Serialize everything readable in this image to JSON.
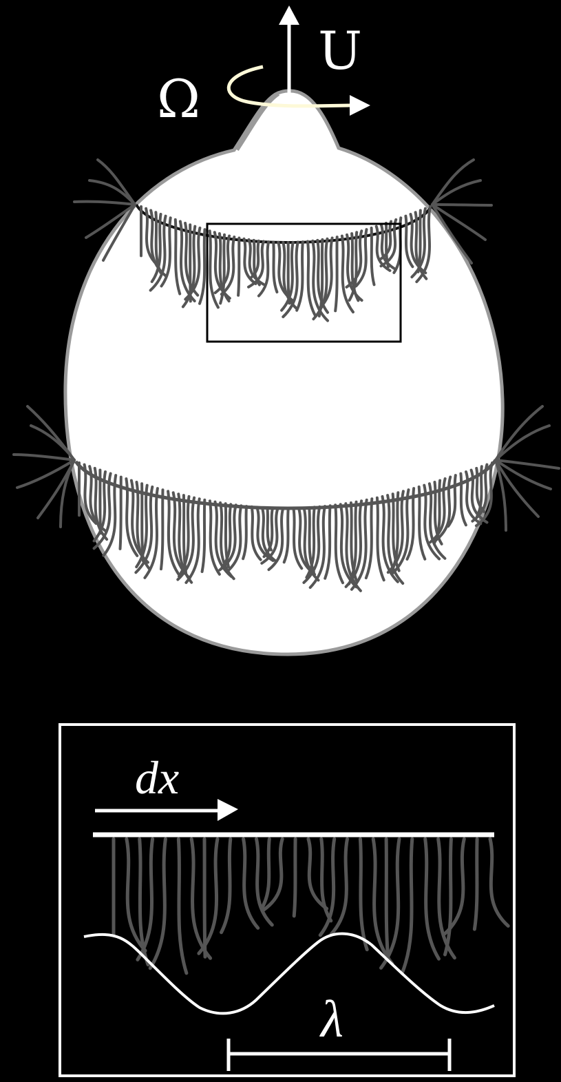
{
  "labels": {
    "translation": "U",
    "rotation": "Ω",
    "step": "dx",
    "wavelength": "λ"
  },
  "colors": {
    "background": "#000000",
    "body_fill": "#ffffff",
    "body_outline": "#9a9a9a",
    "cilia": "#555555",
    "rotation_arrow": "#fdf9d8",
    "line": "#ffffff"
  }
}
